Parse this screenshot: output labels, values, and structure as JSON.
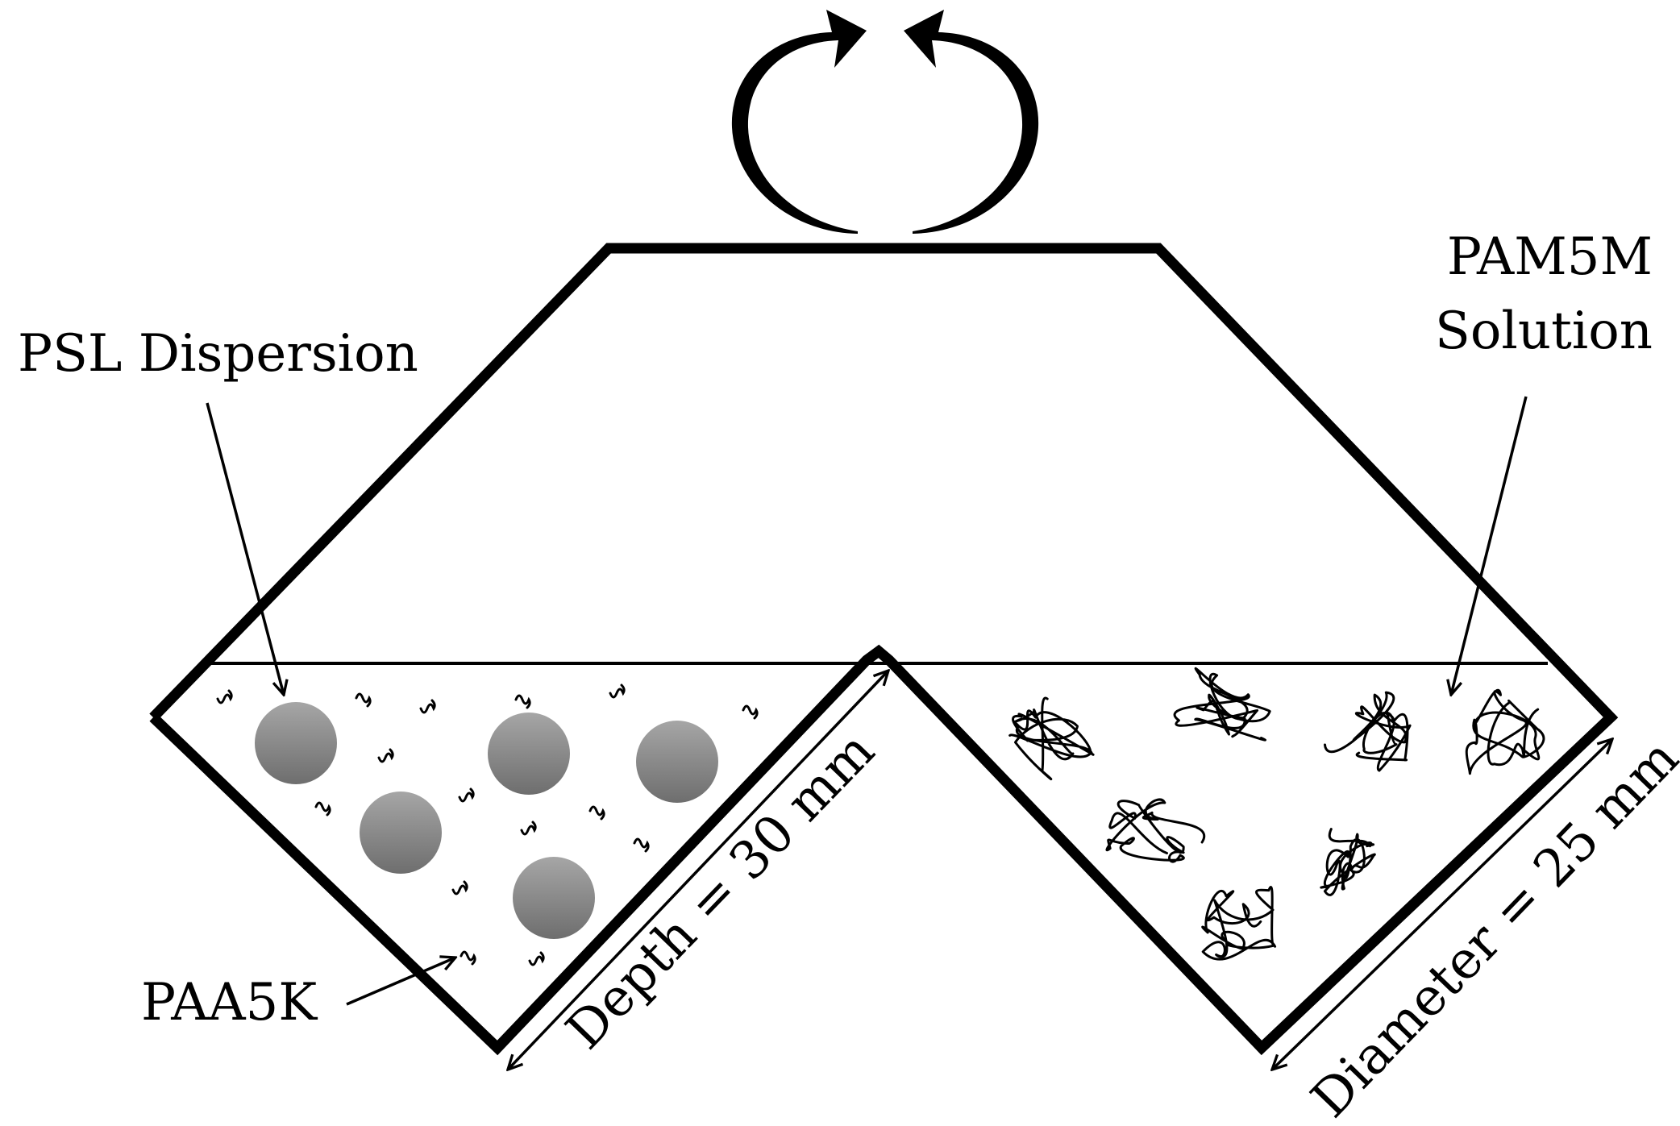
{
  "labels": {
    "psl": "PSL Dispersion",
    "pam_line1": "PAM5M",
    "pam_line2": "Solution",
    "paa": "PAA5K",
    "depth": "Depth = 30 mm",
    "diameter": "Diameter = 25 mm"
  },
  "icons": [
    "rotation-arrows-icon"
  ],
  "colors": {
    "particle_top": "#a6a6a6",
    "particle_bottom": "#6e6e6e",
    "stroke": "#000000"
  }
}
